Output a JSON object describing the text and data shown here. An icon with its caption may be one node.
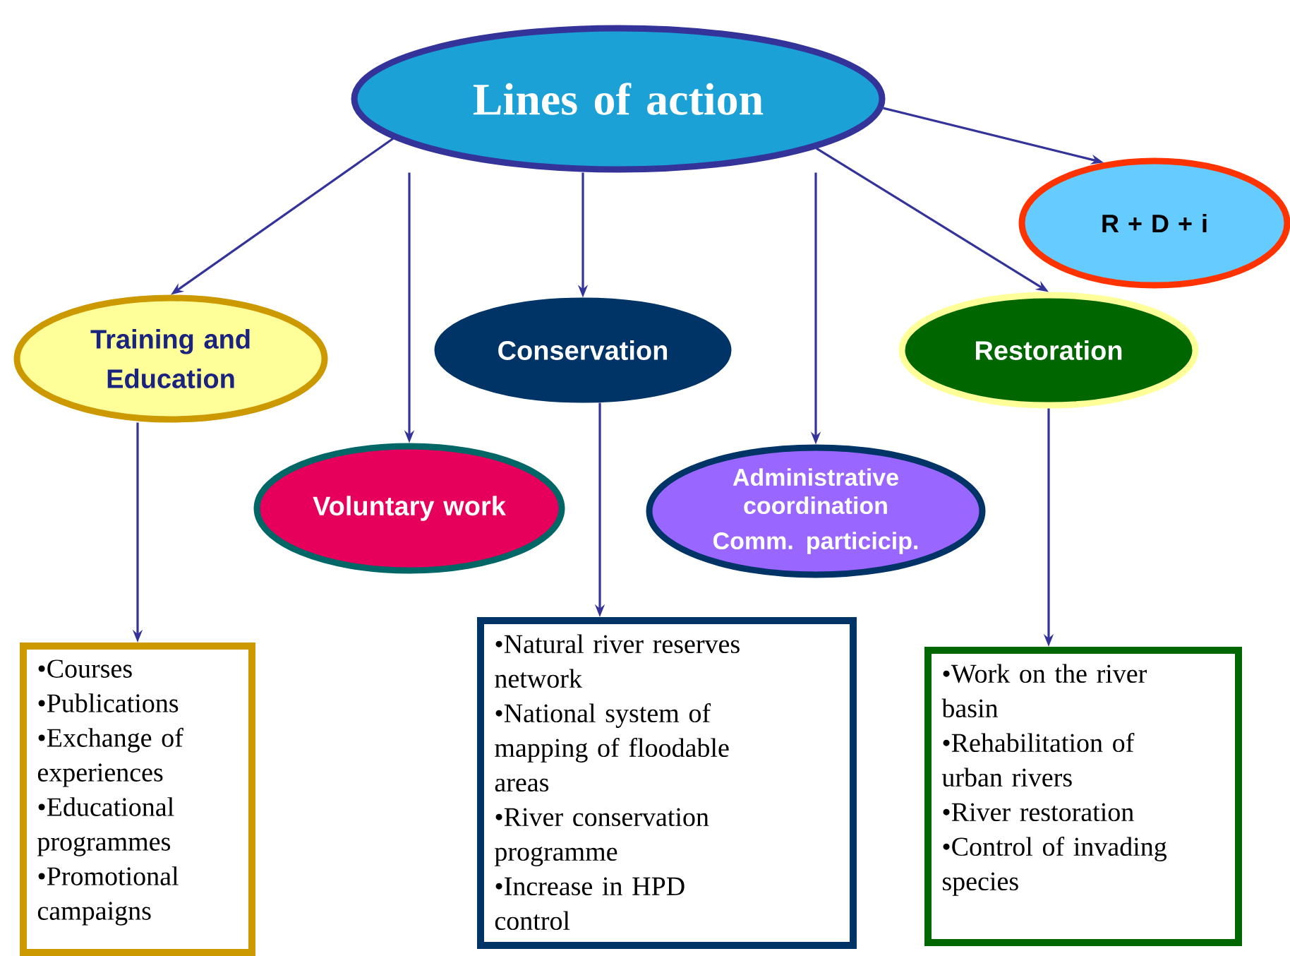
{
  "diagram": {
    "nodes": [
      {
        "text": [
          "Lines of action"
        ]
      },
      {
        "text": [
          "R + D + i"
        ]
      },
      {
        "text": [
          "Training and Education"
        ]
      },
      {
        "text": [
          "Conservation"
        ]
      },
      {
        "text": [
          "Restoration"
        ]
      },
      {
        "text": [
          "Voluntary work"
        ]
      },
      {
        "text": [
          "Administrative coordination",
          "Comm. particicip."
        ]
      },
      {
        "text": [
          "•Courses",
          "•Publications",
          "•Exchange of experiences",
          "•Educational programmes",
          "•Promotional campaigns"
        ]
      },
      {
        "text": [
          "•Natural river reserves network",
          "•National system of mapping of floodable areas",
          "•River conservation programme",
          "•Increase in HPD control"
        ]
      },
      {
        "text": [
          "•Work on the river basin",
          "•Rehabilitation of urban rivers",
          "•River restoration",
          "•Control of invading species"
        ]
      }
    ],
    "edges": [
      {
        "from": 0,
        "to": 1,
        "arrow": "to"
      },
      {
        "from": 0,
        "to": 2,
        "arrow": "to"
      },
      {
        "from": 0,
        "to": 5,
        "arrow": "to"
      },
      {
        "from": 0,
        "to": 3,
        "arrow": "to"
      },
      {
        "from": 0,
        "to": 6,
        "arrow": "to"
      },
      {
        "from": 0,
        "to": 4,
        "arrow": "to"
      },
      {
        "from": 2,
        "to": 7,
        "arrow": "to"
      },
      {
        "from": 3,
        "to": 8,
        "arrow": "to"
      },
      {
        "from": 4,
        "to": 9,
        "arrow": "to"
      }
    ]
  }
}
